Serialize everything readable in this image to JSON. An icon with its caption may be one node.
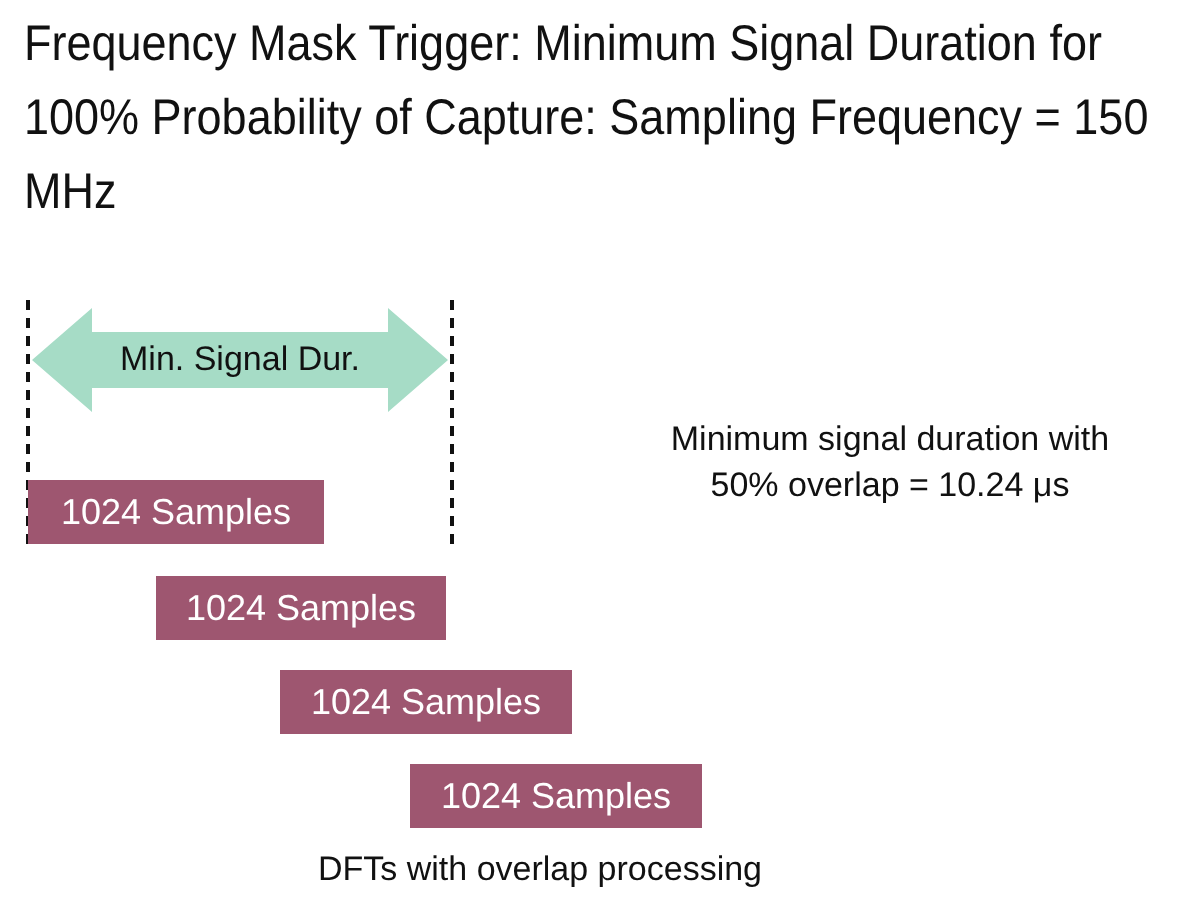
{
  "diagram": {
    "title": "Frequency Mask Trigger: Minimum Signal Duration for 100% Probability of Capture: Sampling Frequency = 150 MHz",
    "nodes": [
      {
        "text": [
          "Min. Signal Dur."
        ]
      },
      {
        "text": [
          "1024 Samples"
        ]
      },
      {
        "text": [
          "1024 Samples"
        ]
      },
      {
        "text": [
          "1024 Samples"
        ]
      },
      {
        "text": [
          "1024 Samples"
        ]
      }
    ],
    "labels": [
      "Minimum signal duration with 50% overlap = 10.24 μs",
      "DFTs with overlap processing"
    ]
  }
}
